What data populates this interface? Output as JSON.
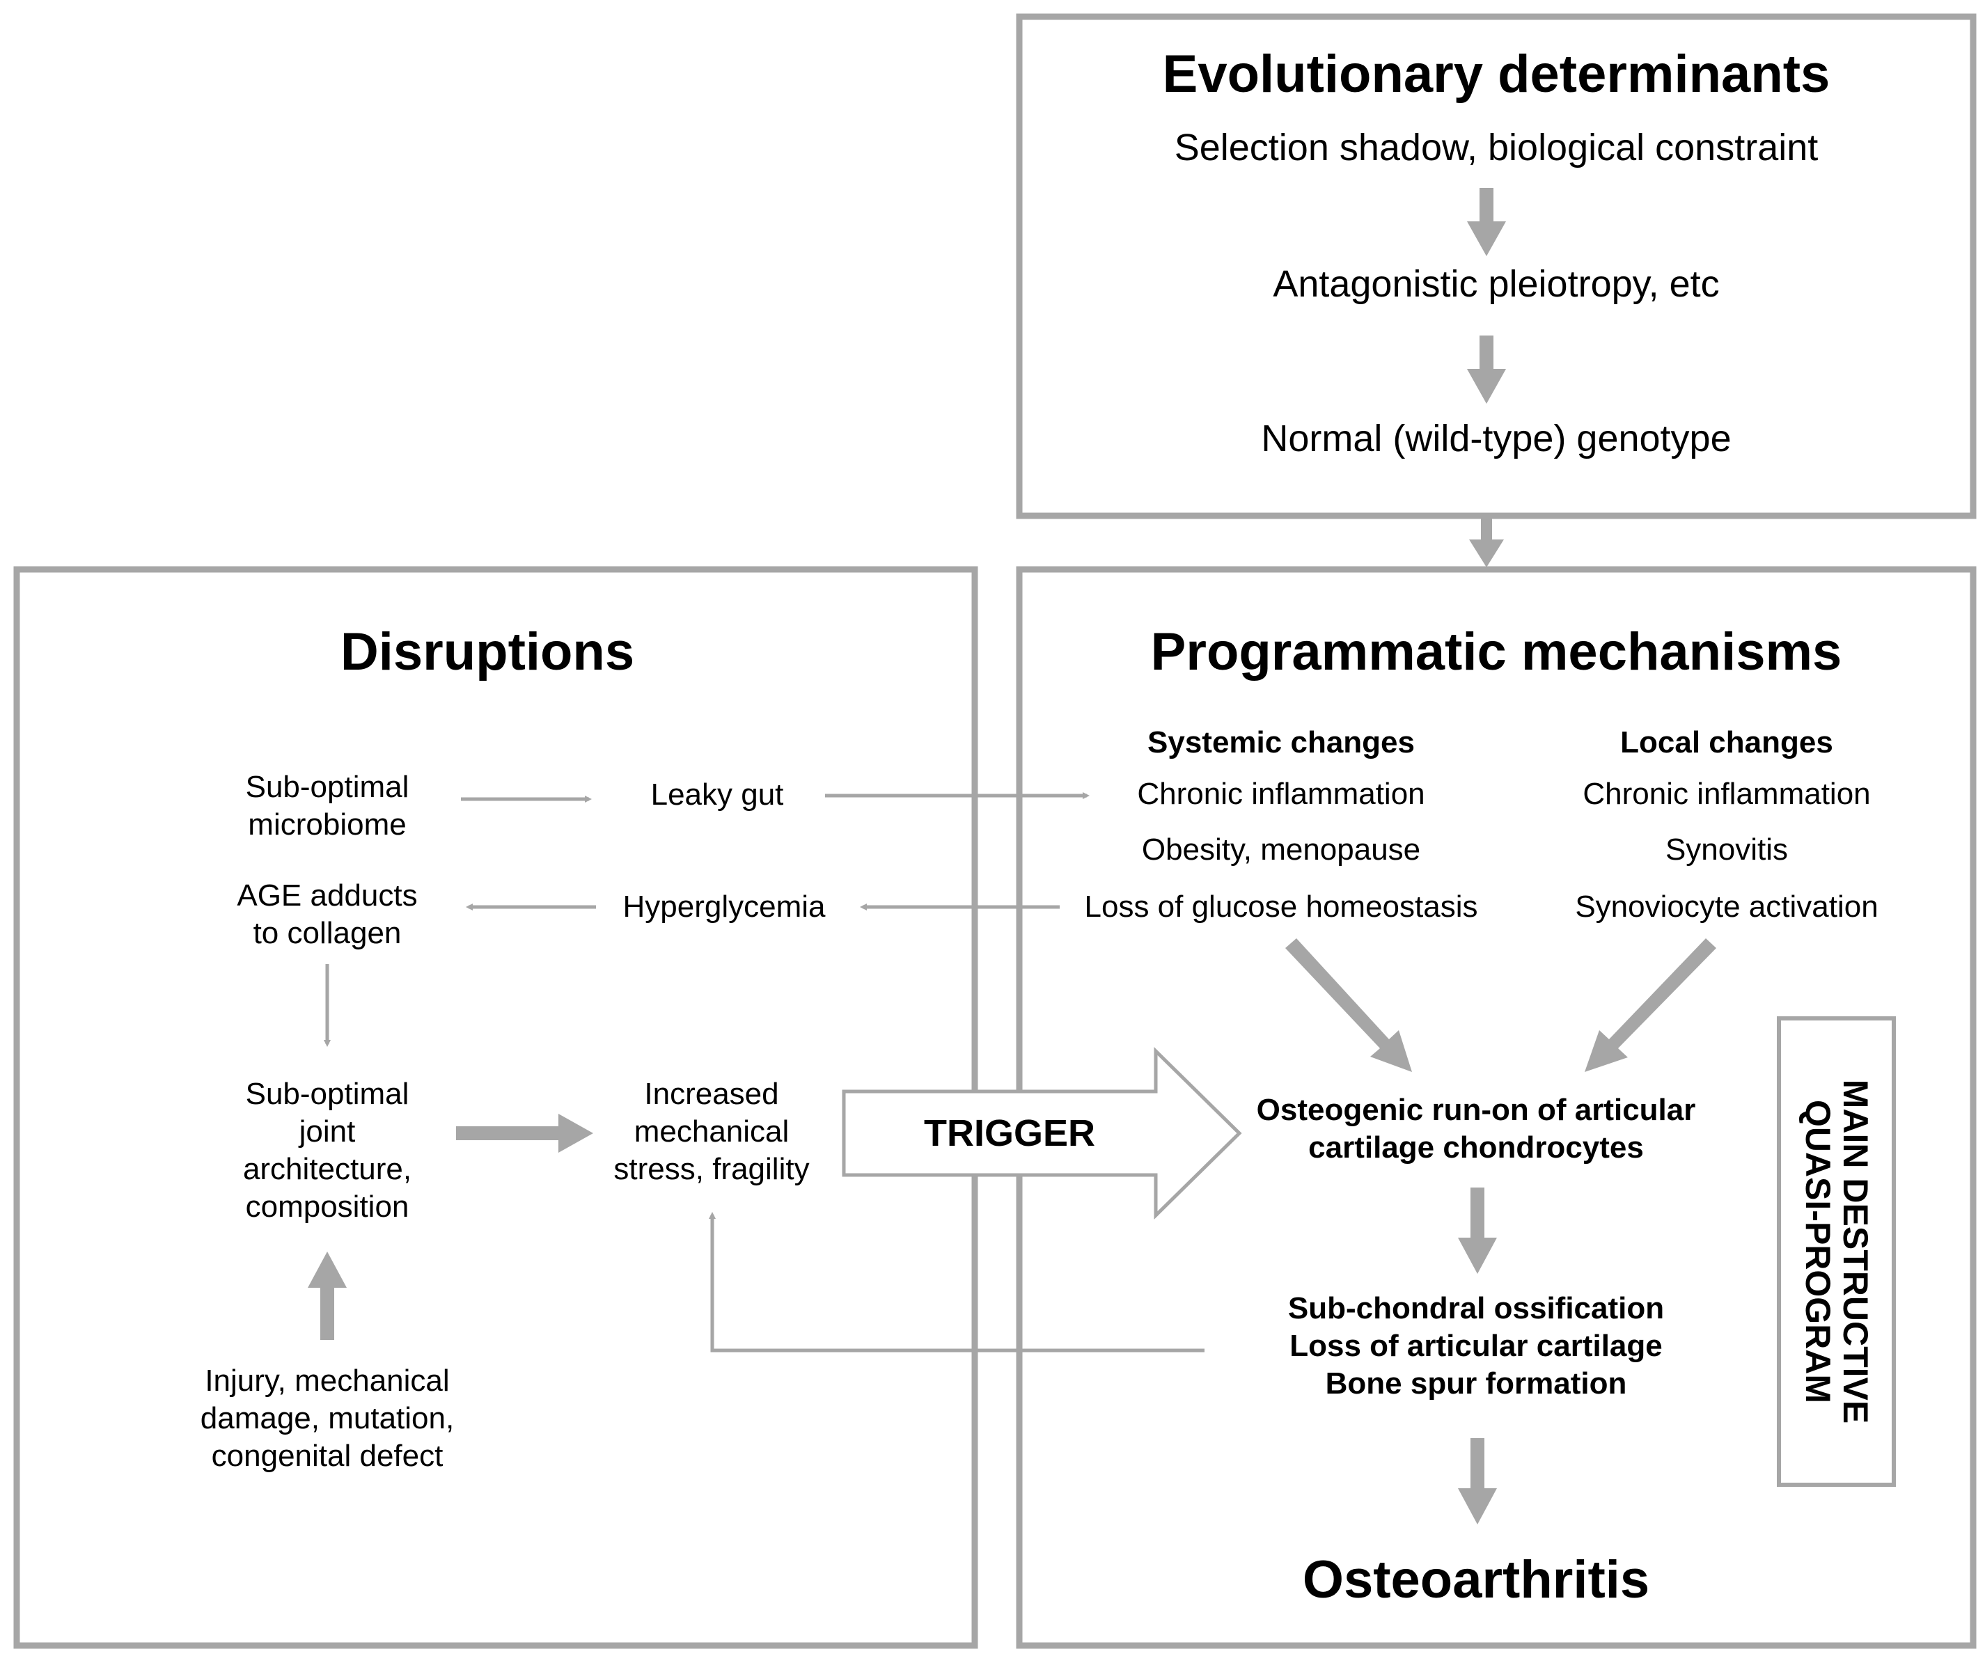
{
  "evolutionary": {
    "title": "Evolutionary determinants",
    "line1": "Selection shadow, biological constraint",
    "line2": "Antagonistic pleiotropy, etc",
    "line3": "Normal (wild-type) genotype"
  },
  "disruptions": {
    "title": "Disruptions",
    "microbiome": [
      "Sub-optimal",
      "microbiome"
    ],
    "leaky_gut": "Leaky gut",
    "age_adducts": [
      "AGE adducts",
      "to collagen"
    ],
    "hyperglycemia": "Hyperglycemia",
    "joint": [
      "Sub-optimal",
      "joint",
      "architecture,",
      "composition"
    ],
    "stress": [
      "Increased",
      "mechanical",
      "stress, fragility"
    ],
    "injury": [
      "Injury, mechanical",
      "damage, mutation,",
      "congenital defect"
    ]
  },
  "trigger_label": "TRIGGER",
  "programmatic": {
    "title": "Programmatic mechanisms",
    "systemic": {
      "heading": "Systemic changes",
      "items": [
        "Chronic inflammation",
        "Obesity, menopause",
        "Loss of glucose homeostasis"
      ]
    },
    "local": {
      "heading": "Local changes",
      "items": [
        "Chronic inflammation",
        "Synovitis",
        "Synoviocyte activation"
      ]
    },
    "osteogenic": [
      "Osteogenic run-on of articular",
      "cartilage chondrocytes"
    ],
    "outcomes": [
      "Sub-chondral ossification",
      "Loss of articular cartilage",
      "Bone spur formation"
    ],
    "result": "Osteoarthritis",
    "side_label": [
      "MAIN DESTRUCTIVE",
      "QUASI-PROGRAM"
    ]
  },
  "colors": {
    "box_stroke": "#a6a6a6",
    "arrow": "#a6a6a6",
    "text": "#000000"
  }
}
